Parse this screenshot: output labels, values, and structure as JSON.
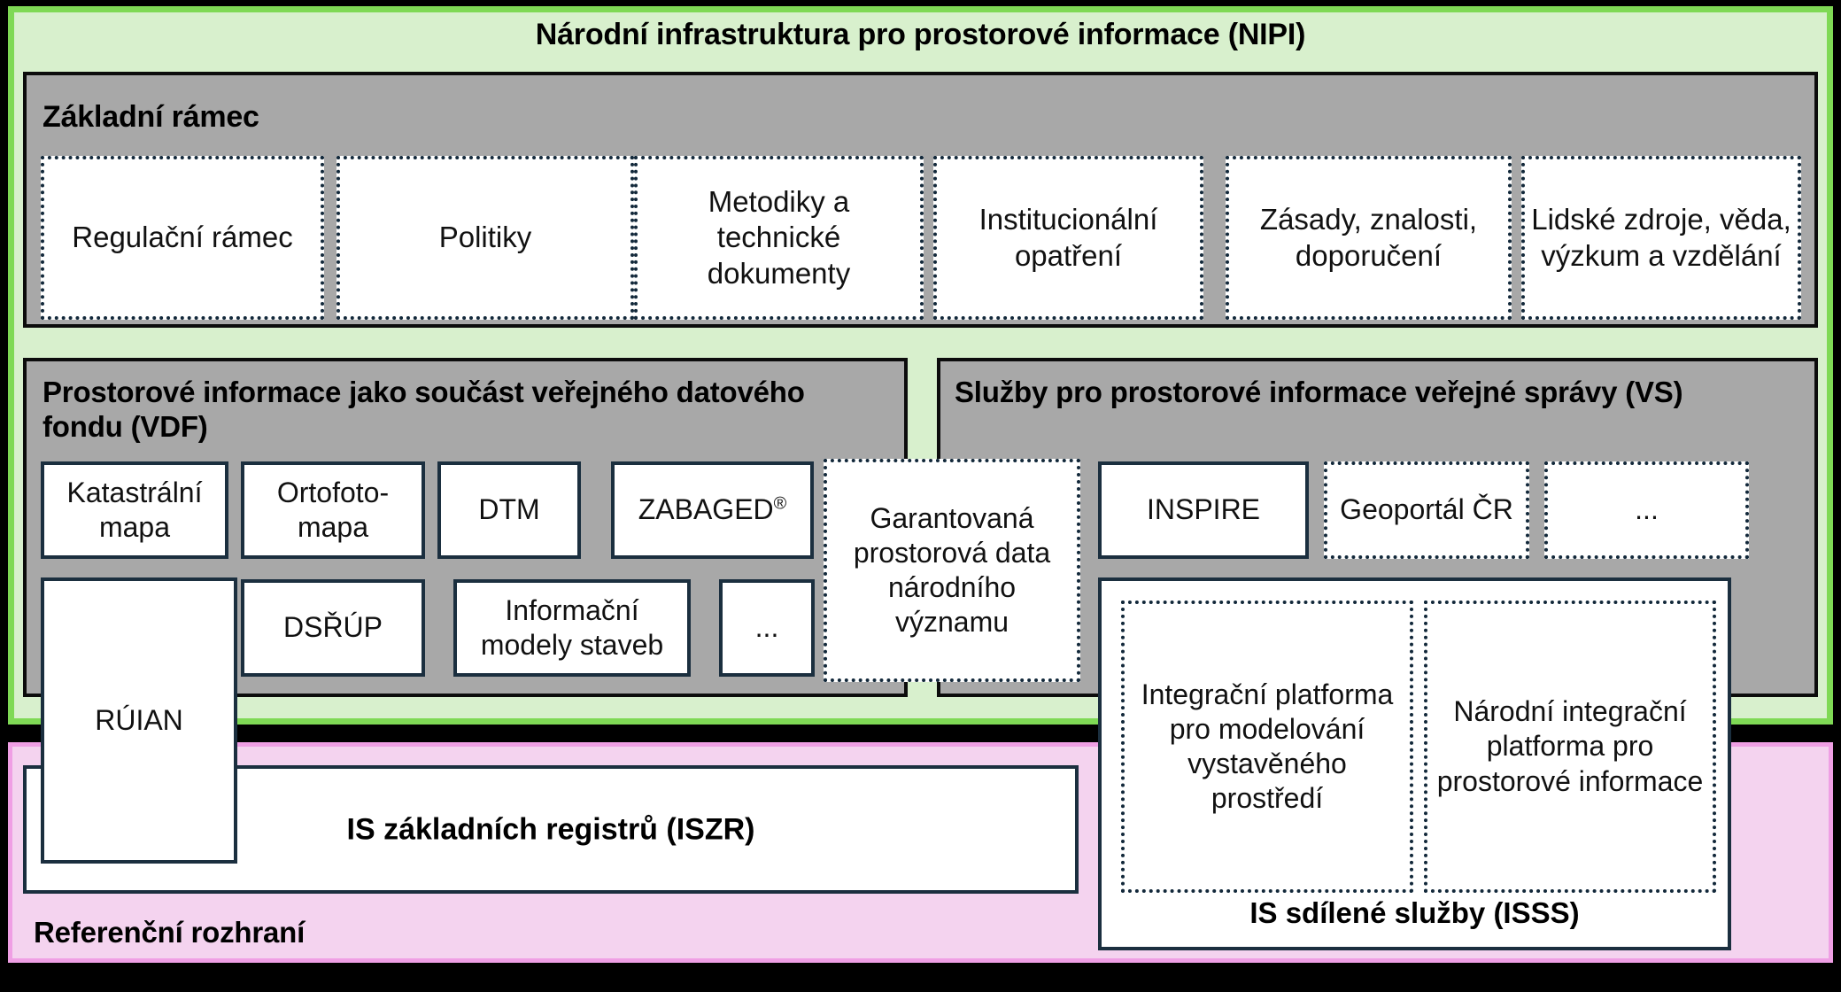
{
  "diagram": {
    "title": "Národní infrastruktura pro prostorové informace (NIPI)",
    "colors": {
      "nipi_fill": "#d8f0cd",
      "nipi_border": "#7fd955",
      "reference_fill": "#f4d3ef",
      "reference_border": "#ef9fe4",
      "panel_fill": "#a8a8a8",
      "panel_border": "#0c0c0c",
      "box_border": "#1b2f3f",
      "background": "#000000"
    }
  },
  "basic_framework": {
    "title": "Základní rámec",
    "items": [
      {
        "label": "Regulační rámec"
      },
      {
        "label": "Politiky"
      },
      {
        "label": "Metodiky a technické dokumenty"
      },
      {
        "label": "Institucionální opatření"
      },
      {
        "label": "Zásady, znalosti, doporučení"
      },
      {
        "label": "Lidské zdroje, věda, výzkum a vzdělání"
      }
    ]
  },
  "vdf": {
    "title": "Prostorové informace jako součást veřejného datového fondu (VDF)",
    "row1": [
      {
        "label": "Katastrální mapa"
      },
      {
        "label": "Ortofoto-mapa"
      },
      {
        "label": "DTM"
      },
      {
        "label": "ZABAGED®"
      }
    ],
    "row2": [
      {
        "label": "DSŘÚP"
      },
      {
        "label": "Informační modely staveb"
      },
      {
        "label": "..."
      }
    ]
  },
  "vs": {
    "title": "Služby pro prostorové informace veřejné správy (VS)",
    "items": [
      {
        "label": "INSPIRE"
      },
      {
        "label": "Geoportál ČR"
      },
      {
        "label": "..."
      }
    ]
  },
  "guaranteed_data": {
    "label": "Garantovaná prostorová data národního významu"
  },
  "ruian": {
    "label": "RÚIAN"
  },
  "iszr": {
    "label": "IS základních registrů (ISZR)"
  },
  "isss": {
    "label": "IS sdílené služby (ISSS)",
    "platforms": [
      {
        "label": "Integrační platforma pro modelování vystavěného prostředí"
      },
      {
        "label": "Národní integrační platforma pro prostorové informace"
      }
    ]
  },
  "reference_interface": {
    "title": "Referenční rozhraní"
  }
}
